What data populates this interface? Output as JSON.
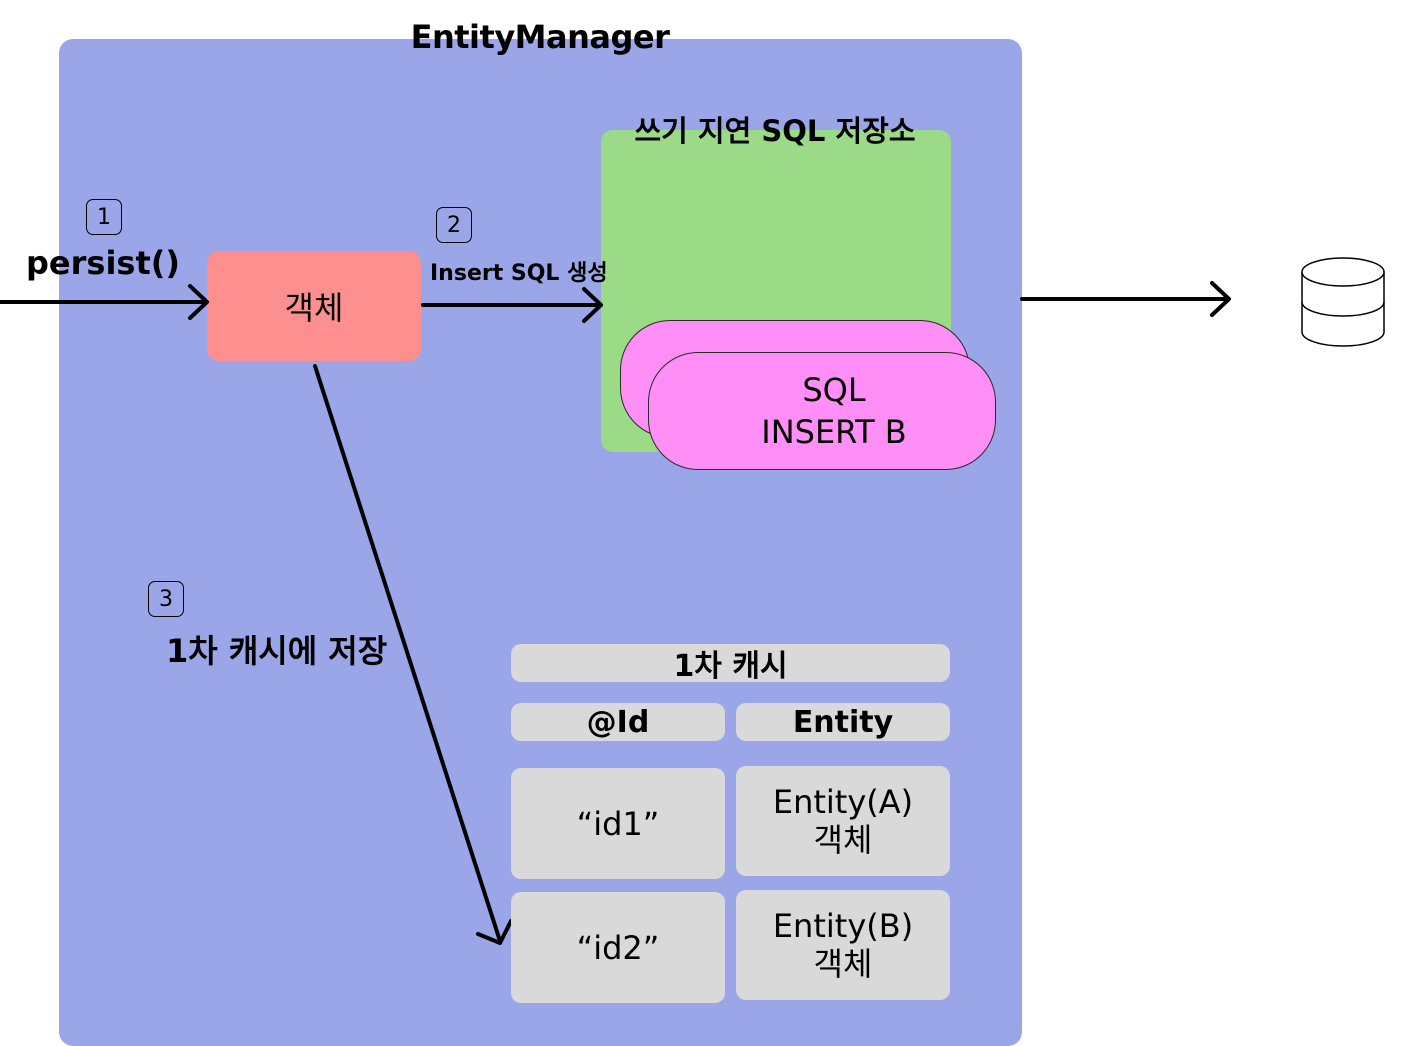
{
  "entity_manager": {
    "title": "EntityManager"
  },
  "write_delay_store": {
    "title": "쓰기 지연 SQL 저장소",
    "sql_card": {
      "line1": "SQL",
      "line2": "INSERT B"
    }
  },
  "object_box": {
    "label": "객체"
  },
  "steps": [
    {
      "number": "1",
      "label": "persist()"
    },
    {
      "number": "2",
      "label": "Insert SQL 생성"
    },
    {
      "number": "3",
      "label": "1차 캐시에 저장"
    }
  ],
  "first_level_cache": {
    "title": "1차 캐시",
    "columns": [
      "@Id",
      "Entity"
    ],
    "rows": [
      {
        "id": "“id1”",
        "entity_line1": "Entity(A)",
        "entity_line2": "객체"
      },
      {
        "id": "“id2”",
        "entity_line1": "Entity(B)",
        "entity_line2": "객체"
      }
    ]
  },
  "database": {
    "icon": "database-icon"
  },
  "colors": {
    "entity_manager_bg": "#9ba6e8",
    "store_bg": "#9bdb88",
    "sql_card_bg": "#ff8ff7",
    "object_bg": "#fd8f8f",
    "cache_cell_bg": "#d9d9d9"
  }
}
